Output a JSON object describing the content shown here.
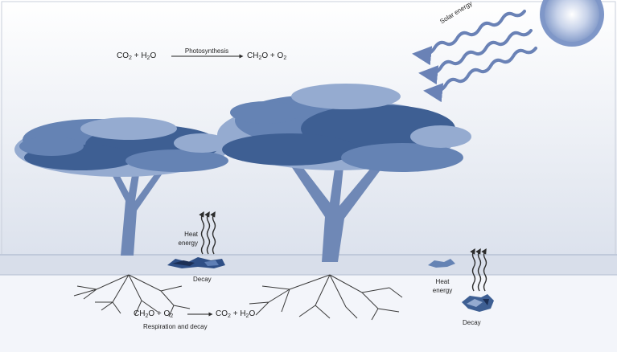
{
  "colors": {
    "sky_top": "#ffffff",
    "sky_bottom": "#cfd7e6",
    "foliage_dark": "#3e5f93",
    "foliage_mid": "#6583b4",
    "foliage_light": "#95abd0",
    "trunk": "#6f88b6",
    "ground_band": "#d8deea",
    "soil": "#f3f5fa",
    "roots": "#3a3a3a",
    "solar_arrow": "#6a82b6",
    "sun": "#7f97c8",
    "heat_arrow": "#2c2c2c",
    "text": "#1f1f1f"
  },
  "icons": {
    "sun": "sun-icon",
    "solar_rays": "wavy-arrow-icon",
    "heat_rays": "wavy-upward-arrow-icon",
    "decay": "decaying-matter-icon"
  },
  "photosynthesis": {
    "co2": "CO",
    "co2_sub": "2",
    "plus1": "+",
    "h2o": "H",
    "h2o_sub": "2",
    "h2o_end": "O",
    "process": "Photosynthesis",
    "ch2o_a": "CH",
    "ch2o_sub": "2",
    "ch2o_b": "O",
    "plus2": "+",
    "o2": "O",
    "o2_sub": "2"
  },
  "solar_label": "Solar energy",
  "heat_left": {
    "line1": "Heat",
    "line2": "energy"
  },
  "decay_left": "Decay",
  "heat_right": {
    "line1": "Heat",
    "line2": "energy"
  },
  "decay_right": "Decay",
  "respiration": {
    "ch2o_a": "CH",
    "ch2o_sub": "2",
    "ch2o_b": "O",
    "plus1": "+",
    "o2": "O",
    "o2_sub": "2",
    "co2": "CO",
    "co2_sub": "2",
    "plus2": "+",
    "h2o": "H",
    "h2o_sub": "2",
    "h2o_end": "O",
    "caption": "Respiration and decay"
  }
}
